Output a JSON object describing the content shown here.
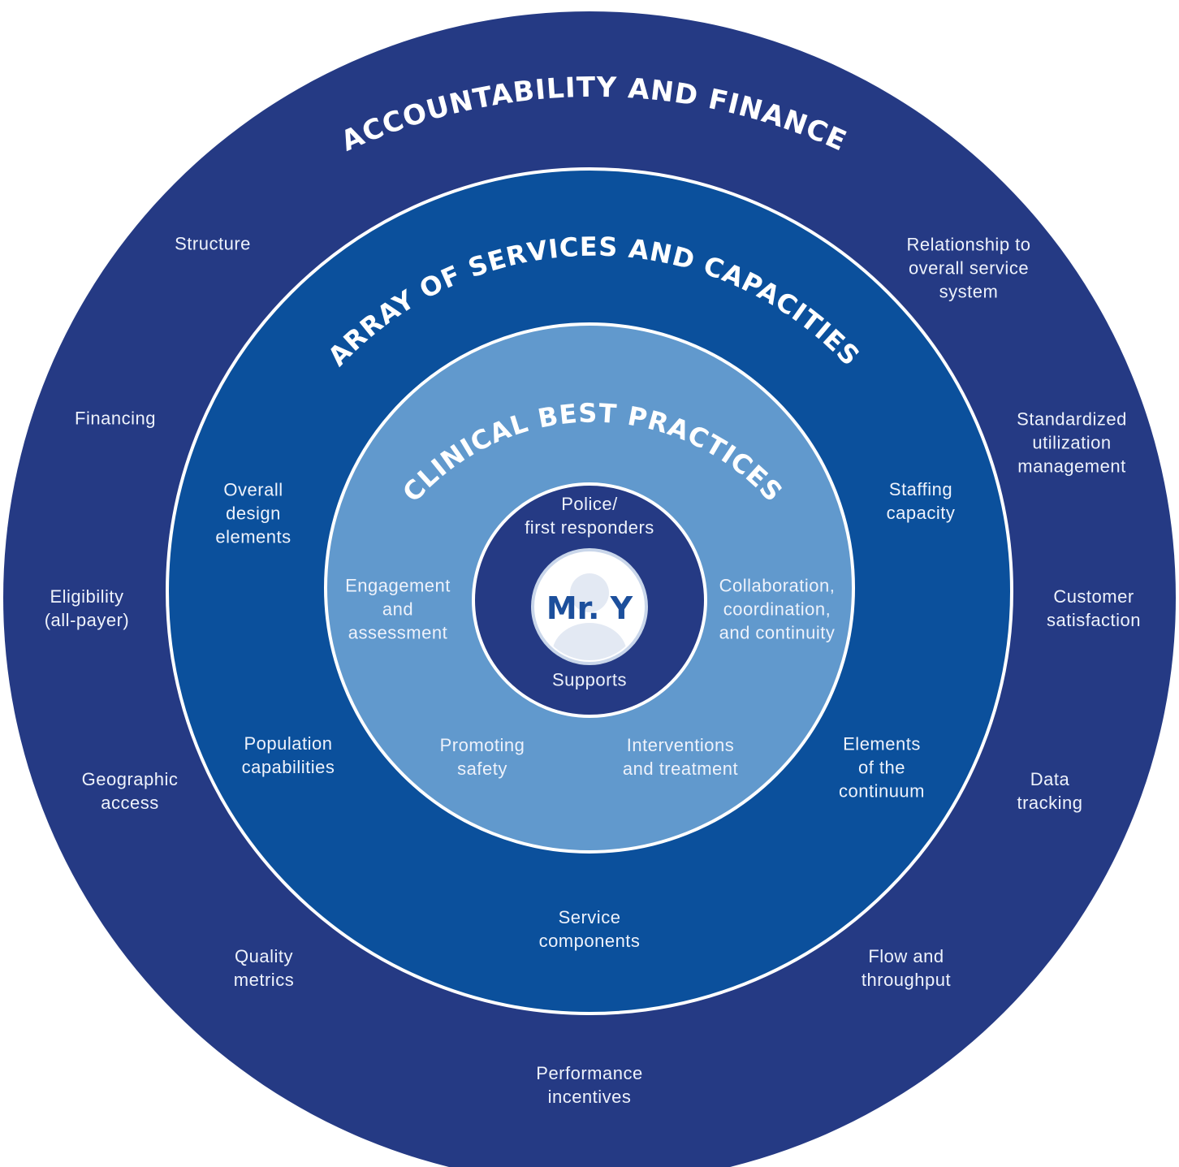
{
  "colors": {
    "outer_ring": "#253a84",
    "services_ring": "#0b509c",
    "clinical_ring": "#6199cd",
    "core_ring": "#253a84",
    "center_disc": "#ffffff",
    "ring_border": "#ffffff",
    "text_light": "#eef2fb",
    "center_name": "#1c4f9c"
  },
  "rings": {
    "accountability": {
      "title": "ACCOUNTABILITY AND FINANCE",
      "items": {
        "structure": "Structure",
        "financing": "Financing",
        "eligibility": "Eligibility\n(all-payer)",
        "geographic_access": "Geographic\naccess",
        "quality_metrics": "Quality\nmetrics",
        "performance_incentives": "Performance\nincentives",
        "flow_throughput": "Flow and\nthroughput",
        "data_tracking": "Data\ntracking",
        "customer_satisfaction": "Customer\nsatisfaction",
        "utilization_management": "Standardized\nutilization\nmanagement",
        "relationship_service_system": "Relationship to\noverall service\nsystem"
      }
    },
    "services": {
      "title": "ARRAY OF SERVICES AND CAPACITIES",
      "items": {
        "overall_design": "Overall\ndesign\nelements",
        "population_capabilities": "Population\ncapabilities",
        "service_components": "Service\ncomponents",
        "elements_continuum": "Elements\nof the\ncontinuum",
        "staffing_capacity": "Staffing\ncapacity"
      }
    },
    "clinical": {
      "title": "CLINICAL BEST PRACTICES",
      "items": {
        "engagement": "Engagement\nand\nassessment",
        "promoting_safety": "Promoting\nsafety",
        "interventions": "Interventions\nand treatment",
        "collaboration": "Collaboration,\ncoordination,\nand continuity"
      }
    },
    "core": {
      "items": {
        "police": "Police/\nfirst responders",
        "supports": "Supports"
      }
    }
  },
  "center": {
    "name": "Mr. Y",
    "icon": "person-silhouette-icon"
  }
}
